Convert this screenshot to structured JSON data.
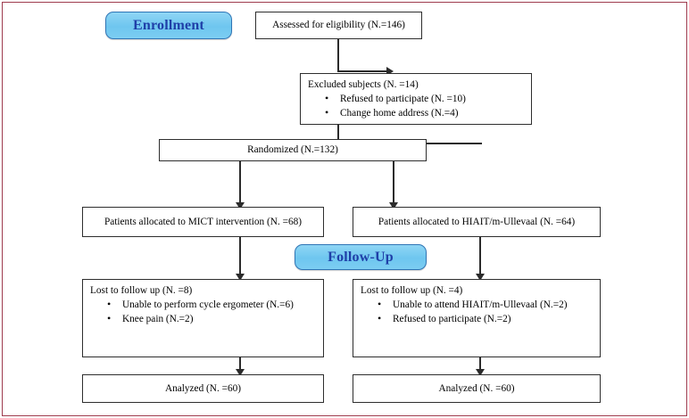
{
  "figure": {
    "type": "consort-flow-diagram",
    "frame_color": "#9e3b4e",
    "banner_fill": "#7ccdf2",
    "banner_text_color": "#1f3fa8",
    "box_border_color": "#2e2e2e"
  },
  "banners": {
    "enrollment": "Enrollment",
    "followup": "Follow-Up"
  },
  "nodes": {
    "assessed": {
      "text": "Assessed for eligibility (N.=146)"
    },
    "excluded": {
      "head": "Excluded subjects (N. =14)",
      "items": [
        "Refused to participate (N. =10)",
        "Change home address (N.=4)"
      ]
    },
    "randomized": {
      "text": "Randomized (N.=132)"
    },
    "alloc_left": {
      "text": "Patients allocated to MICT intervention (N. =68)"
    },
    "alloc_right": {
      "text": "Patients allocated to HIAIT/m-Ullevaal (N. =64)"
    },
    "lost_left": {
      "head": "Lost to follow up (N. =8)",
      "items": [
        "Unable to perform cycle ergometer (N.=6)",
        "Knee pain (N.=2)"
      ]
    },
    "lost_right": {
      "head": "Lost to follow up (N. =4)",
      "items": [
        "Unable to attend HIAIT/m-Ullevaal (N.=2)",
        "Refused to participate (N.=2)"
      ]
    },
    "analyzed_left": {
      "text": "Analyzed (N. =60)"
    },
    "analyzed_right": {
      "text": "Analyzed (N. =60)"
    }
  },
  "chart_data": {
    "type": "diagram",
    "title": "CONSORT participant flow",
    "stages": [
      {
        "stage": "Assessed for eligibility",
        "n": 146
      },
      {
        "stage": "Excluded subjects",
        "n": 14
      },
      {
        "stage": "Refused to participate",
        "n": 10
      },
      {
        "stage": "Change home address",
        "n": 4
      },
      {
        "stage": "Randomized",
        "n": 132
      },
      {
        "stage": "Allocated to MICT intervention",
        "n": 68
      },
      {
        "stage": "Allocated to HIAIT/m-Ullevaal",
        "n": 64
      },
      {
        "stage": "Lost to follow up (MICT)",
        "n": 8
      },
      {
        "stage": "Unable to perform cycle ergometer",
        "n": 6
      },
      {
        "stage": "Knee pain",
        "n": 2
      },
      {
        "stage": "Lost to follow up (HIAIT/m-Ullevaal)",
        "n": 4
      },
      {
        "stage": "Unable to attend HIAIT/m-Ullevaal",
        "n": 2
      },
      {
        "stage": "Refused to participate (HIAIT)",
        "n": 2
      },
      {
        "stage": "Analyzed (MICT)",
        "n": 60
      },
      {
        "stage": "Analyzed (HIAIT/m-Ullevaal)",
        "n": 60
      }
    ]
  }
}
